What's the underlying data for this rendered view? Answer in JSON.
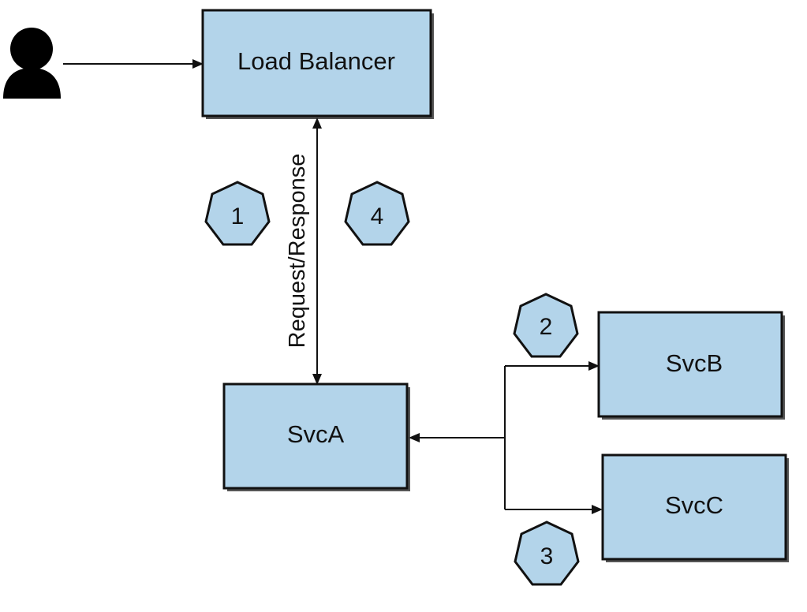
{
  "diagram": {
    "nodes": {
      "load_balancer": "Load Balancer",
      "svc_a": "SvcA",
      "svc_b": "SvcB",
      "svc_c": "SvcC"
    },
    "edge_label": "Request/Response",
    "steps": [
      "1",
      "4",
      "2",
      "3"
    ],
    "colors": {
      "box_fill": "#b3d4ea",
      "stroke": "#111111",
      "user_icon": "#000000"
    },
    "icons": [
      "user-icon"
    ]
  }
}
